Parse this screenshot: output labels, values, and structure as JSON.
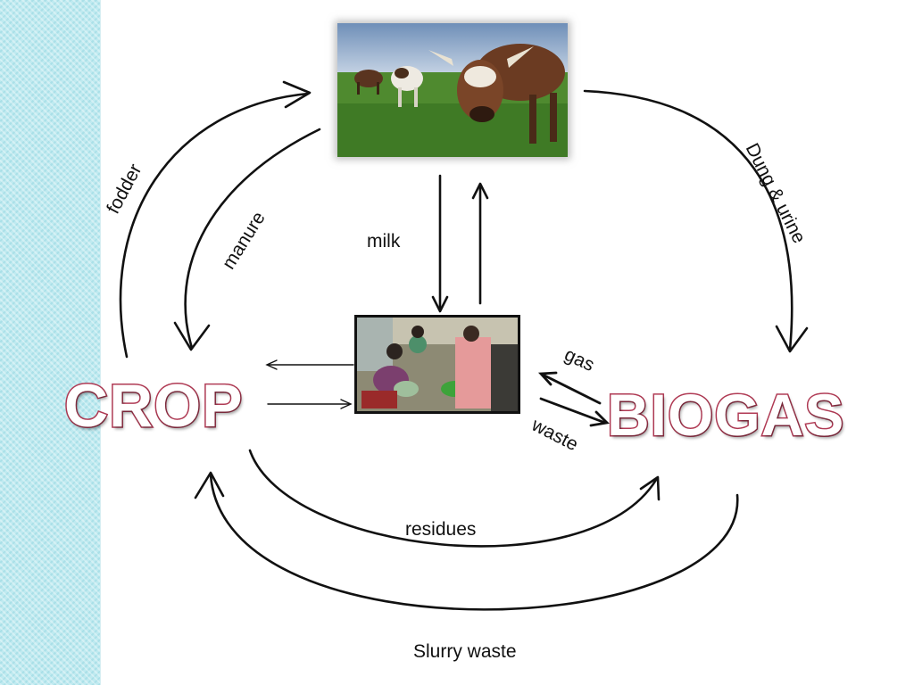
{
  "nodes": {
    "crop": "CROP",
    "biogas": "BIOGAS"
  },
  "edges": {
    "fodder": "fodder",
    "manure": "manure",
    "milk": "milk",
    "dung_urine": "Dung & urine",
    "gas": "gas",
    "waste": "waste",
    "residues": "residues",
    "slurry_waste": "Slurry waste"
  },
  "images": {
    "cattle": "cattle-photo",
    "people": "market-people-photo"
  },
  "colors": {
    "accent_outline": "#b03a54",
    "side_band": "#bfeaf0",
    "arrow": "#111111"
  }
}
